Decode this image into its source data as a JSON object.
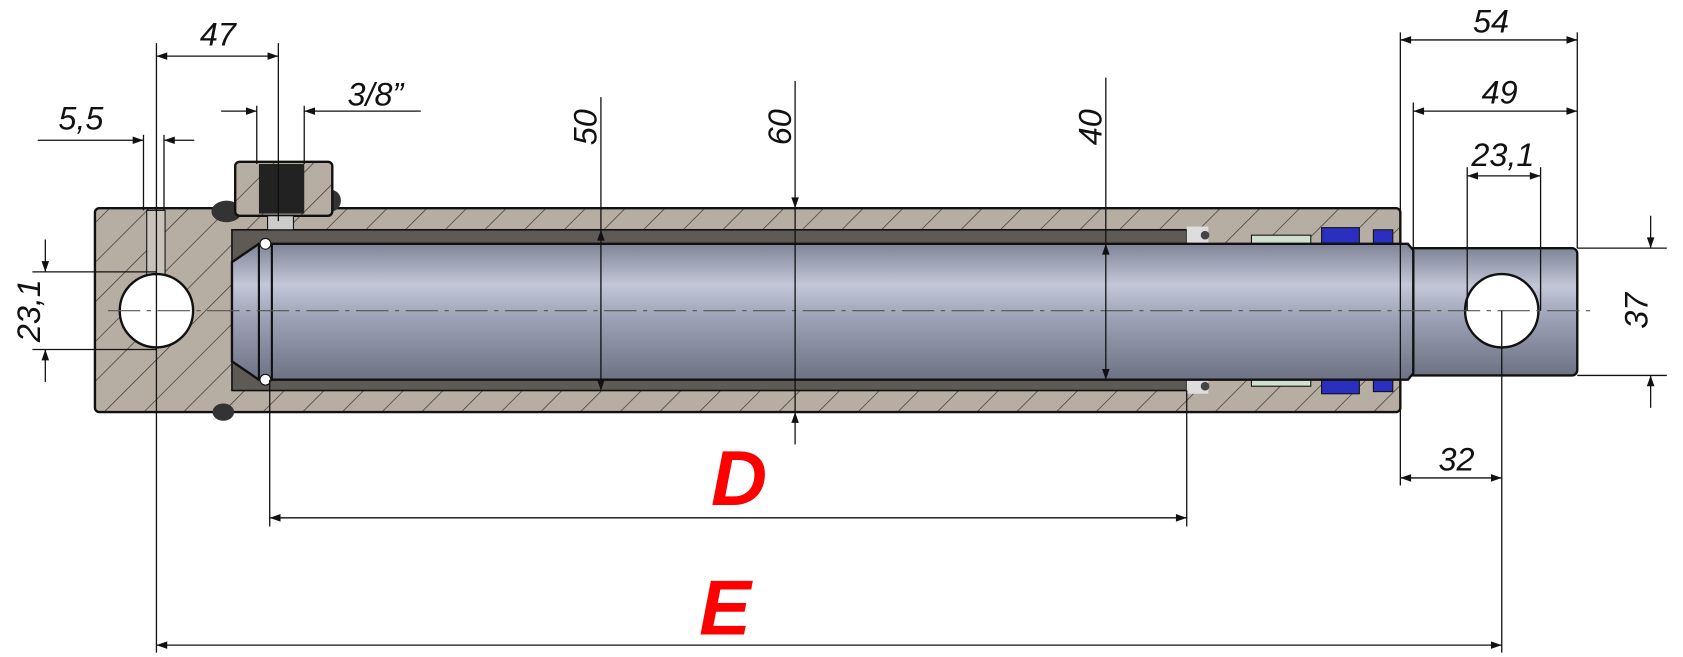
{
  "drawing": {
    "title": "Hydraulic cylinder dimension drawing",
    "colors": {
      "body": "#b7aea3",
      "rod": "#9aa0b4",
      "seal": "#2a2fc0",
      "label": "#ff0000",
      "guide": "#cfe0cf"
    },
    "dimensions": {
      "port_offset": "47",
      "slot_width": "5,5",
      "port_thread": "3/8”",
      "bore": "50",
      "outer_diameter": "60",
      "rod_diameter": "40",
      "rod_end_length_total": "54",
      "rod_end_length": "49",
      "rod_pin_hole": "23,1",
      "rod_end_diameter": "37",
      "base_pin_hole": "23,1",
      "rod_pin_offset": "32"
    },
    "labels": {
      "stroke": "D",
      "closed_length": "E"
    }
  }
}
